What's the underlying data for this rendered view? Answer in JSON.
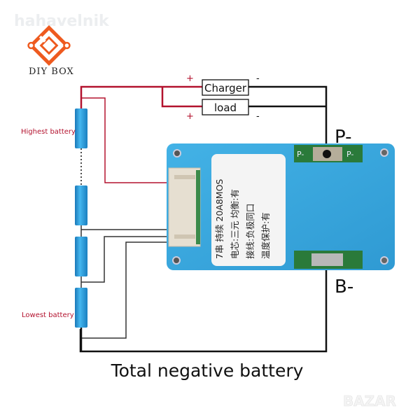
{
  "watermark": {
    "top_text": "hahavelnik",
    "bottom_text": "BAZAR"
  },
  "logo": {
    "text": "DIY BOX",
    "color": "#ee5a1f"
  },
  "colors": {
    "positive_wire": "#b3122e",
    "negative_wire": "#111111",
    "battery": "#2b9bd8",
    "board": "#3aa7dc",
    "label_red": "#b3122e"
  },
  "loads": [
    {
      "label": "Charger",
      "plus": "+",
      "minus": "-"
    },
    {
      "label": "load",
      "plus": "+",
      "minus": "-"
    }
  ],
  "batteries": {
    "highest_label": "Highest battery",
    "lowest_label": "Lowest battery",
    "cell_plus": "+",
    "cell_minus": "-"
  },
  "terminals": {
    "p_minus": "P-",
    "b_minus": "B-"
  },
  "board": {
    "pad_label": "P-",
    "pad_label_2": "P-",
    "label_lines": [
      "7串 持续 20A8MOS",
      "电芯:三元 均衡:有",
      "接线:负极同口",
      "温度保护:有"
    ]
  },
  "caption": "Total negative battery"
}
